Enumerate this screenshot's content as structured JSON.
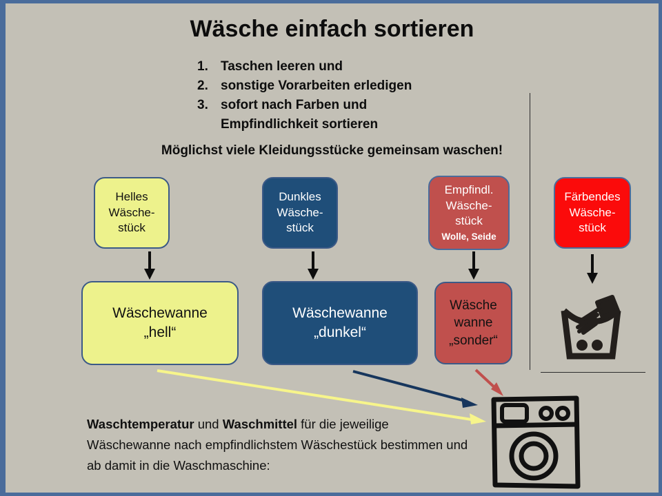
{
  "slide": {
    "title": "Wäsche einfach sortieren",
    "subtitle": "Möglichst viele Kleidungsstücke gemeinsam waschen!",
    "background_color": "#c3c0b6",
    "border_color": "#4a6c9b"
  },
  "steps": [
    {
      "num": "1.",
      "text": "Taschen leeren und"
    },
    {
      "num": "2.",
      "text": "sonstige Vorarbeiten erledigen"
    },
    {
      "num": "3.",
      "text": "sofort nach Farben und"
    },
    {
      "num": "",
      "text": "Empfindlichkeit sortieren"
    }
  ],
  "item_boxes": [
    {
      "key": "hell",
      "lines": [
        "Helles",
        "Wäsche-",
        "stück"
      ],
      "sub": "",
      "fill": "#edf28c",
      "border": "#3c5a87",
      "text_color": "#111111"
    },
    {
      "key": "dunkel",
      "lines": [
        "Dunkles",
        "Wäsche-",
        "stück"
      ],
      "sub": "",
      "fill": "#1f4e79",
      "border": "#3c5a87",
      "text_color": "#ffffff"
    },
    {
      "key": "empfindlich",
      "lines": [
        "Empfindl.",
        "Wäsche-",
        "stück"
      ],
      "sub": "Wolle, Seide",
      "fill": "#c0504d",
      "border": "#4a6c9b",
      "text_color": "#ffffff"
    },
    {
      "key": "faerbend",
      "lines": [
        "Färbendes",
        "Wäsche-",
        "stück"
      ],
      "sub": "",
      "fill": "#fb0b0b",
      "border": "#4a6c9b",
      "text_color": "#ffffff"
    }
  ],
  "tub_boxes": [
    {
      "key": "wanne-hell",
      "lines": [
        "Wäschewanne",
        "„hell“"
      ],
      "fill": "#edf28c",
      "border": "#3c5a87",
      "text_color": "#111111"
    },
    {
      "key": "wanne-dunkel",
      "lines": [
        "Wäschewanne",
        "„dunkel“"
      ],
      "fill": "#1f4e79",
      "border": "#3c5a87",
      "text_color": "#ffffff"
    },
    {
      "key": "wanne-sonder",
      "lines": [
        "Wäsche",
        "wanne",
        "„sonder“"
      ],
      "fill": "#c0504d",
      "border": "#3c5a87",
      "text_color": "#111111"
    }
  ],
  "arrows": {
    "down_color": "#0d0d0d",
    "hell_to_machine_color": "#f7f58b",
    "dunkel_to_machine_color": "#17365d",
    "sonder_to_machine_color": "#c0504d"
  },
  "icons": {
    "handwash": "handwash-tub-icon",
    "washing_machine": "washing-machine-icon",
    "down_arrow": "down-arrow-icon"
  },
  "bottom_note": {
    "bold_1": "Waschtemperatur",
    "mid_1": " und ",
    "bold_2": "Waschmittel",
    "rest": " für die jeweilige Wäschewanne nach empfindlichstem Wäschestück bestimmen und ab damit in die Waschmaschine:"
  }
}
